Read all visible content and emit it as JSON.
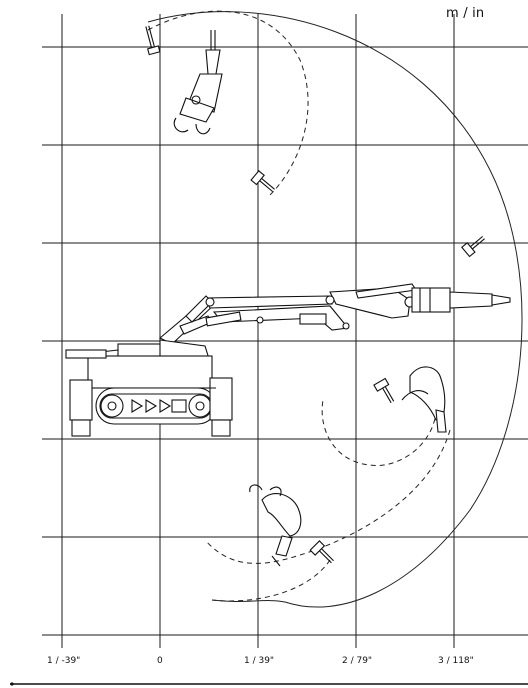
{
  "unit_label": "m / in",
  "x_axis_labels": [
    "1 / -39\"",
    "0",
    "1 / 39\"",
    "2 / 79\"",
    "3 / 118\""
  ]
}
